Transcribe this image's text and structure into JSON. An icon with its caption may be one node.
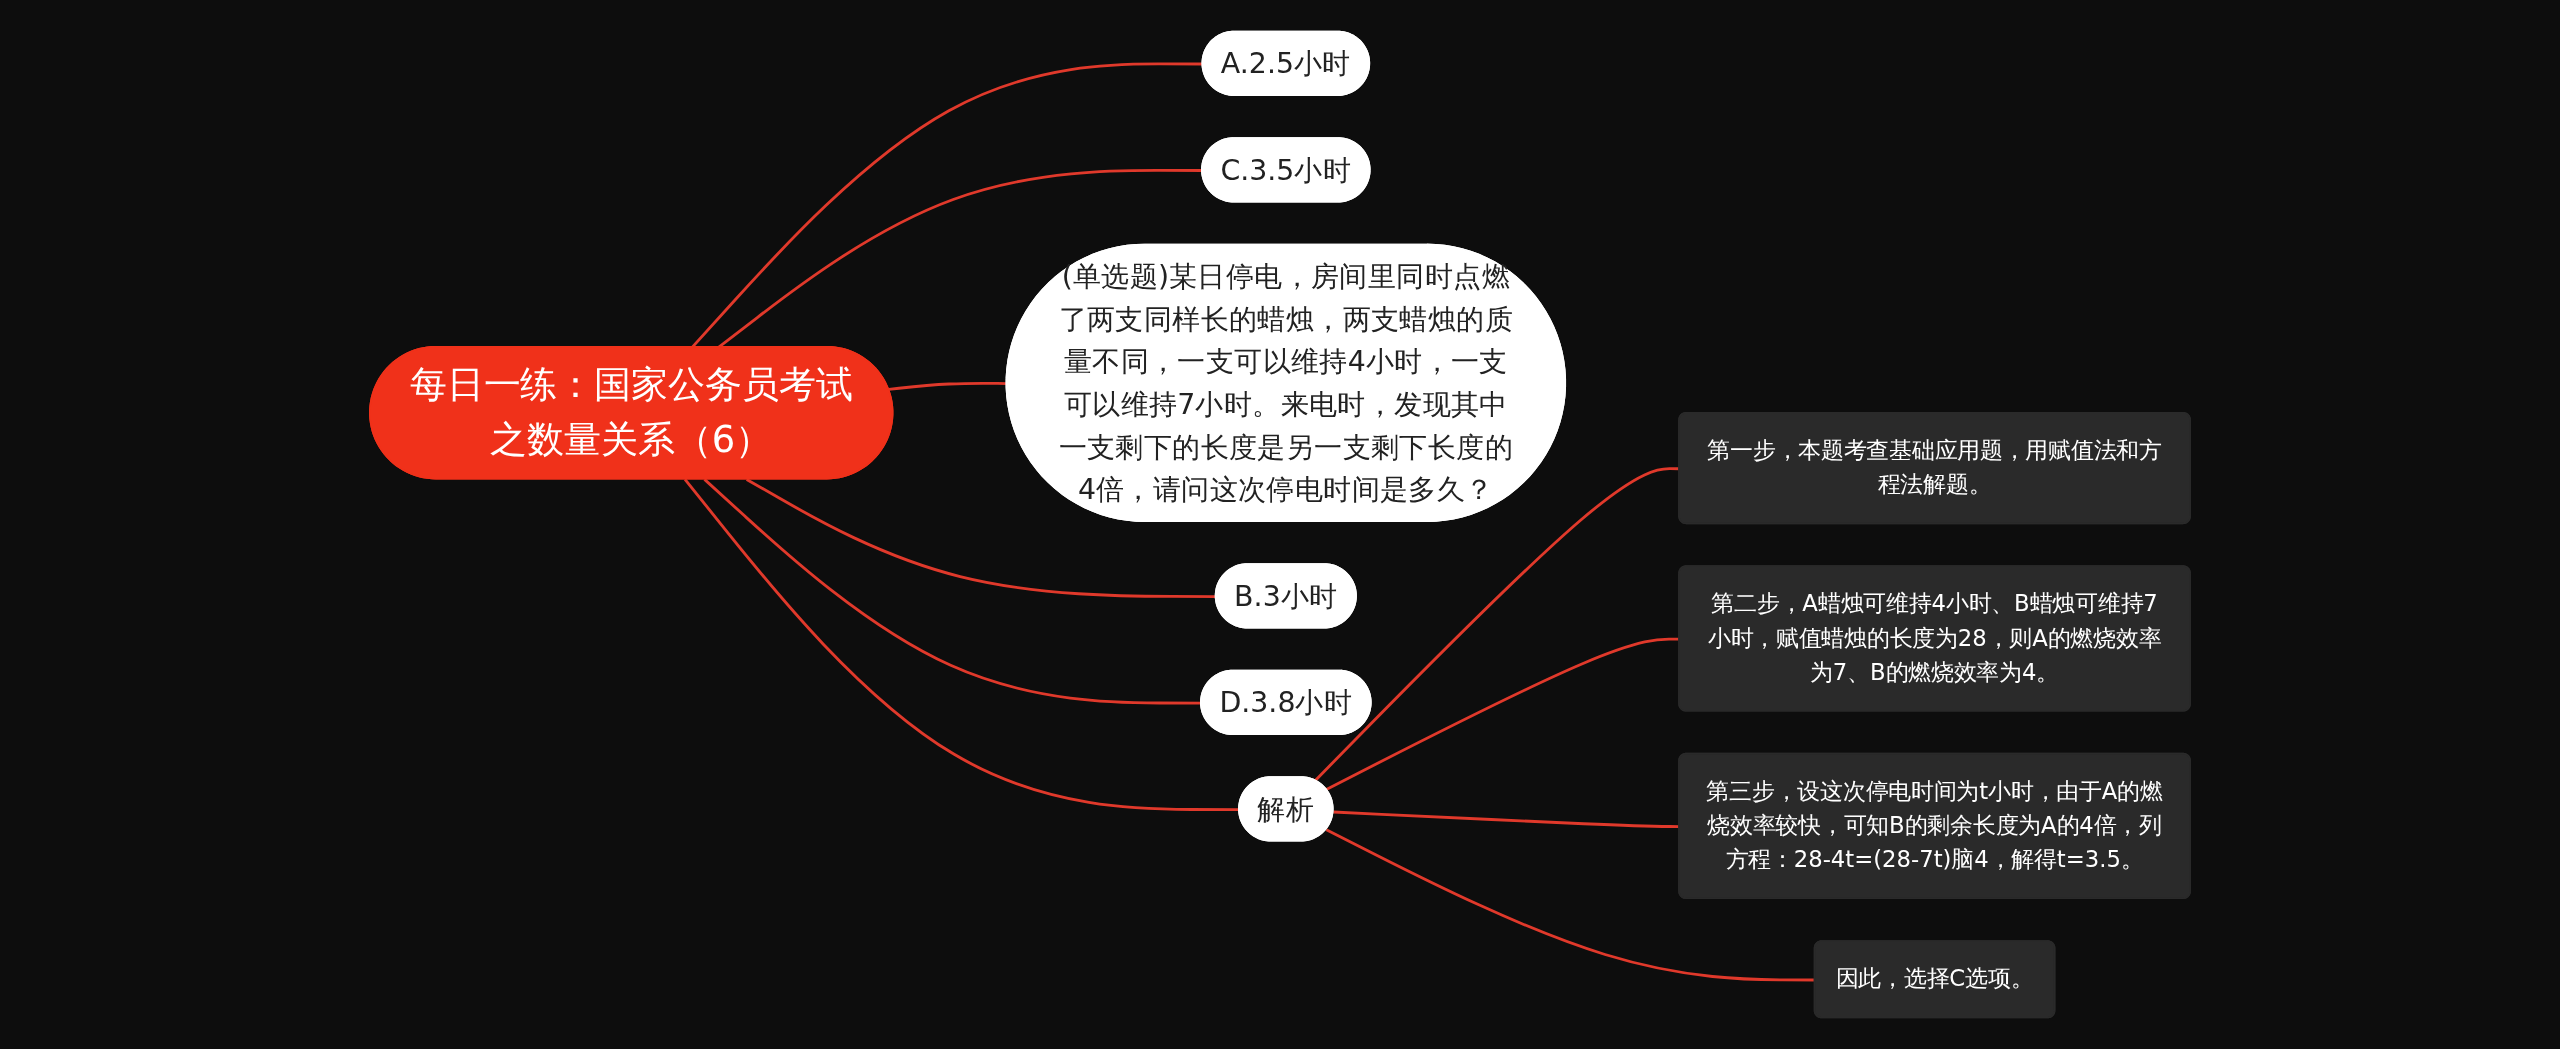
{
  "diagram": {
    "nodes": [
      {
        "text": [
          "每日一练：国家公务员考试之数量关系（6）"
        ]
      },
      {
        "text": [
          "A.2.5小时"
        ]
      },
      {
        "text": [
          "C.3.5小时"
        ]
      },
      {
        "text": [
          "(单选题)某日停电，房间里同时点燃了两支同样长的蜡烛，两支蜡烛的质量不同，一支可以维持4小时，一支可以维持7小时。来电时，发现其中一支剩下的长度是另一支剩下长度的4倍，请问这次停电时间是多久？"
        ]
      },
      {
        "text": [
          "B.3小时"
        ]
      },
      {
        "text": [
          "D.3.8小时"
        ]
      },
      {
        "text": [
          "解析"
        ]
      },
      {
        "text": [
          "第一步，本题考查基础应用题，用赋值法和方程法解题。"
        ]
      },
      {
        "text": [
          "第二步，A蜡烛可维持4小时、B蜡烛可维持7小时，赋值蜡烛的长度为28，则A的燃烧效率为7、B的燃烧效率为4。"
        ]
      },
      {
        "text": [
          "第三步，设这次停电时间为t小时，由于A的燃烧效率较快，可知B的剩余长度为A的4倍，列方程：28-4t=(28-7t)脑4，解得t=3.5。"
        ]
      },
      {
        "text": [
          "因此，选择C选项。"
        ]
      }
    ],
    "edges": [
      {
        "from": 0,
        "to": 1,
        "arrow": "none"
      },
      {
        "from": 0,
        "to": 2,
        "arrow": "none"
      },
      {
        "from": 0,
        "to": 3,
        "arrow": "none"
      },
      {
        "from": 0,
        "to": 4,
        "arrow": "none"
      },
      {
        "from": 0,
        "to": 5,
        "arrow": "none"
      },
      {
        "from": 0,
        "to": 6,
        "arrow": "none"
      },
      {
        "from": 6,
        "to": 7,
        "arrow": "none"
      },
      {
        "from": 6,
        "to": 8,
        "arrow": "none"
      },
      {
        "from": 6,
        "to": 9,
        "arrow": "none"
      },
      {
        "from": 6,
        "to": 10,
        "arrow": "none"
      }
    ]
  }
}
